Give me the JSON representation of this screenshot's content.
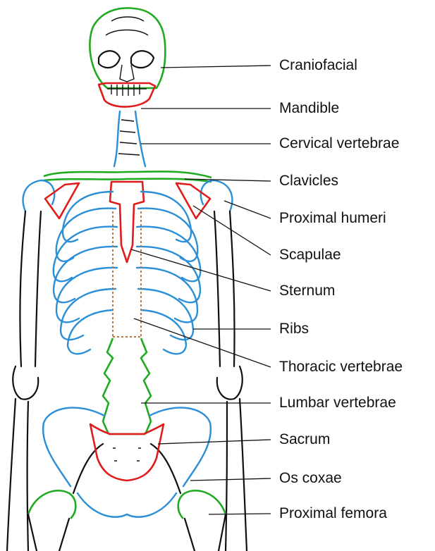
{
  "colors": {
    "green": "#1faa1f",
    "blue": "#2a8fd6",
    "red": "#e01b1b",
    "brown": "#b07a4a",
    "line": "#111111"
  },
  "labels": [
    {
      "key": "craniofacial",
      "text": "Craniofacial"
    },
    {
      "key": "mandible",
      "text": "Mandible"
    },
    {
      "key": "cervical",
      "text": "Cervical vertebrae"
    },
    {
      "key": "clavicles",
      "text": "Clavicles"
    },
    {
      "key": "humeri",
      "text": "Proximal humeri"
    },
    {
      "key": "scapulae",
      "text": "Scapulae"
    },
    {
      "key": "sternum",
      "text": "Sternum"
    },
    {
      "key": "ribs",
      "text": "Ribs"
    },
    {
      "key": "thoracic",
      "text": "Thoracic vertebrae"
    },
    {
      "key": "lumbar",
      "text": "Lumbar vertebrae"
    },
    {
      "key": "sacrum",
      "text": "Sacrum"
    },
    {
      "key": "oscoxae",
      "text": "Os coxae"
    },
    {
      "key": "femora",
      "text": "Proximal femora"
    }
  ]
}
